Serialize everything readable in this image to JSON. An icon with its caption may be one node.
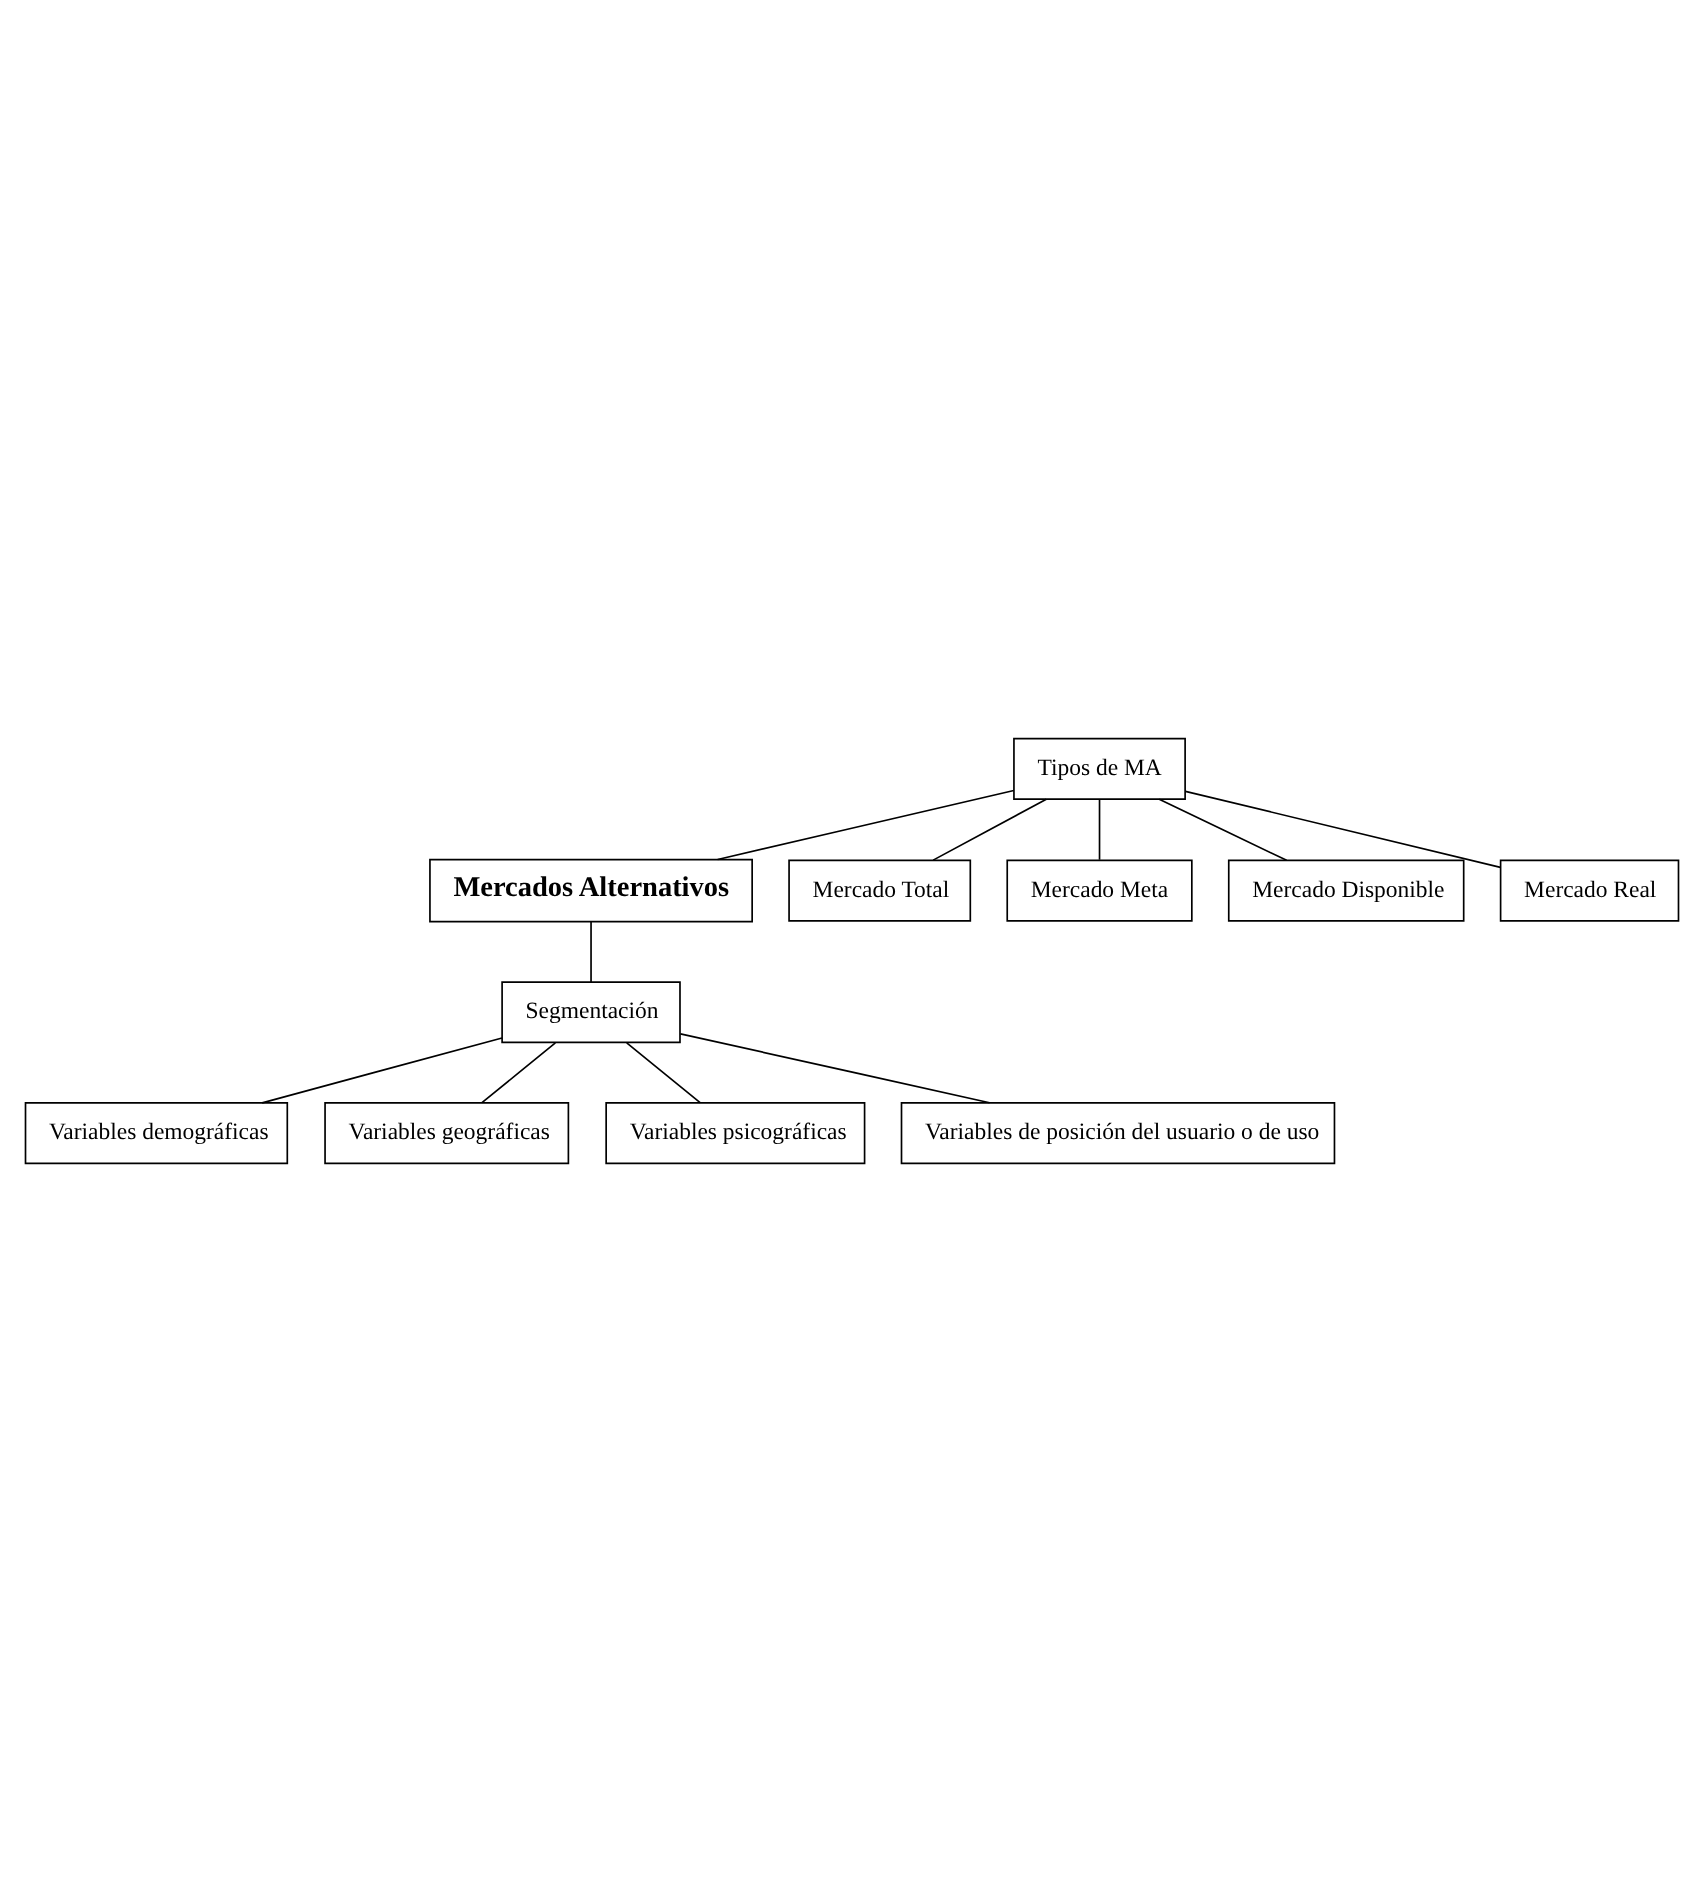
{
  "diagram": {
    "nodes": [
      {
        "text": [
          "Mercados Alternativos"
        ]
      },
      {
        "text": [
          "Tipos de MA"
        ]
      },
      {
        "text": [
          "Mercado Total"
        ]
      },
      {
        "text": [
          "Mercado Meta"
        ]
      },
      {
        "text": [
          "Mercado Disponible"
        ]
      },
      {
        "text": [
          "Mercado Real"
        ]
      },
      {
        "text": [
          "Segmentación"
        ]
      },
      {
        "text": [
          "Variables demográficas"
        ]
      },
      {
        "text": [
          "Variables geográficas"
        ]
      },
      {
        "text": [
          "Variables psicográficas"
        ]
      },
      {
        "text": [
          "Variables de posición del usuario o de uso"
        ]
      }
    ],
    "edges": [
      {
        "from": 1,
        "to": 0,
        "arrow": "none"
      },
      {
        "from": 1,
        "to": 2,
        "arrow": "none"
      },
      {
        "from": 1,
        "to": 3,
        "arrow": "none"
      },
      {
        "from": 1,
        "to": 4,
        "arrow": "none"
      },
      {
        "from": 1,
        "to": 5,
        "arrow": "none"
      },
      {
        "from": 0,
        "to": 6,
        "arrow": "none"
      },
      {
        "from": 6,
        "to": 7,
        "arrow": "none"
      },
      {
        "from": 6,
        "to": 8,
        "arrow": "none"
      },
      {
        "from": 6,
        "to": 9,
        "arrow": "none"
      },
      {
        "from": 6,
        "to": 10,
        "arrow": "none"
      }
    ]
  }
}
